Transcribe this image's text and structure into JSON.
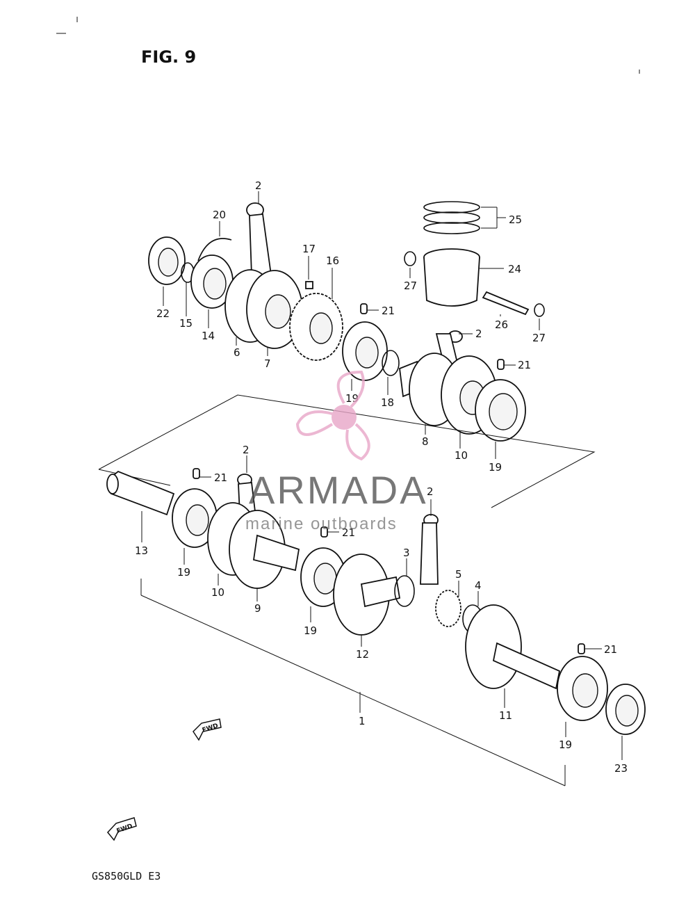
{
  "figure": {
    "title": "FIG. 9",
    "model_code": "GS850GLD  E3"
  },
  "watermark": {
    "brand": "ARMADA",
    "subtitle": "marine outboards",
    "logo_color": "#e8a6c8",
    "text_color": "#4a4a4a"
  },
  "fwd_label": "FWD",
  "callouts": {
    "c1": "1",
    "c2a": "2",
    "c2b": "2",
    "c2c": "2",
    "c2d": "2",
    "c3": "3",
    "c4": "4",
    "c5": "5",
    "c6": "6",
    "c7": "7",
    "c8": "8",
    "c9": "9",
    "c10a": "10",
    "c10b": "10",
    "c11": "11",
    "c12": "12",
    "c13": "13",
    "c14": "14",
    "c15": "15",
    "c16": "16",
    "c17": "17",
    "c18": "18",
    "c19a": "19",
    "c19b": "19",
    "c19c": "19",
    "c19d": "19",
    "c19e": "19",
    "c20": "20",
    "c21a": "21",
    "c21b": "21",
    "c21c": "21",
    "c21d": "21",
    "c21e": "21",
    "c22": "22",
    "c23": "23",
    "c24": "24",
    "c25": "25",
    "c26": "26",
    "c27a": "27",
    "c27b": "27"
  }
}
